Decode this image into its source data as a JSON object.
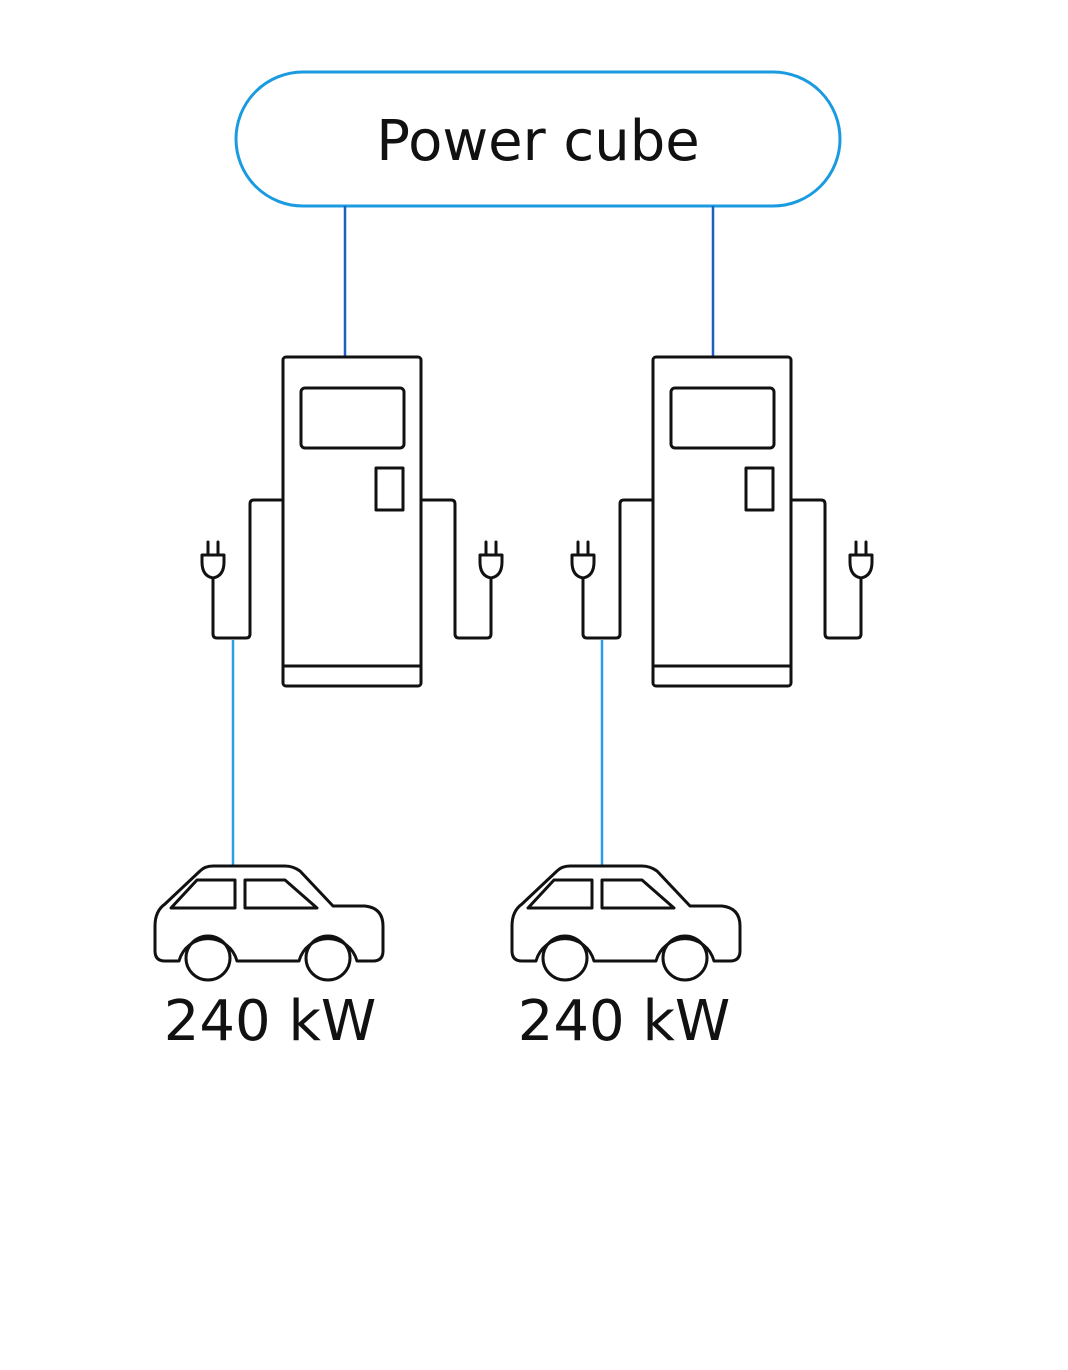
{
  "power_cube": {
    "label": "Power cube"
  },
  "chargers": [
    {
      "name": "charger-1"
    },
    {
      "name": "charger-2"
    }
  ],
  "cars": [
    {
      "power_label": "240 kW"
    },
    {
      "power_label": "240 kW"
    }
  ],
  "colors": {
    "pill_border": "#1a9be0",
    "supply_line": "#1f5fbf",
    "car_line": "#2a9fe6",
    "icon_stroke": "#111111"
  }
}
